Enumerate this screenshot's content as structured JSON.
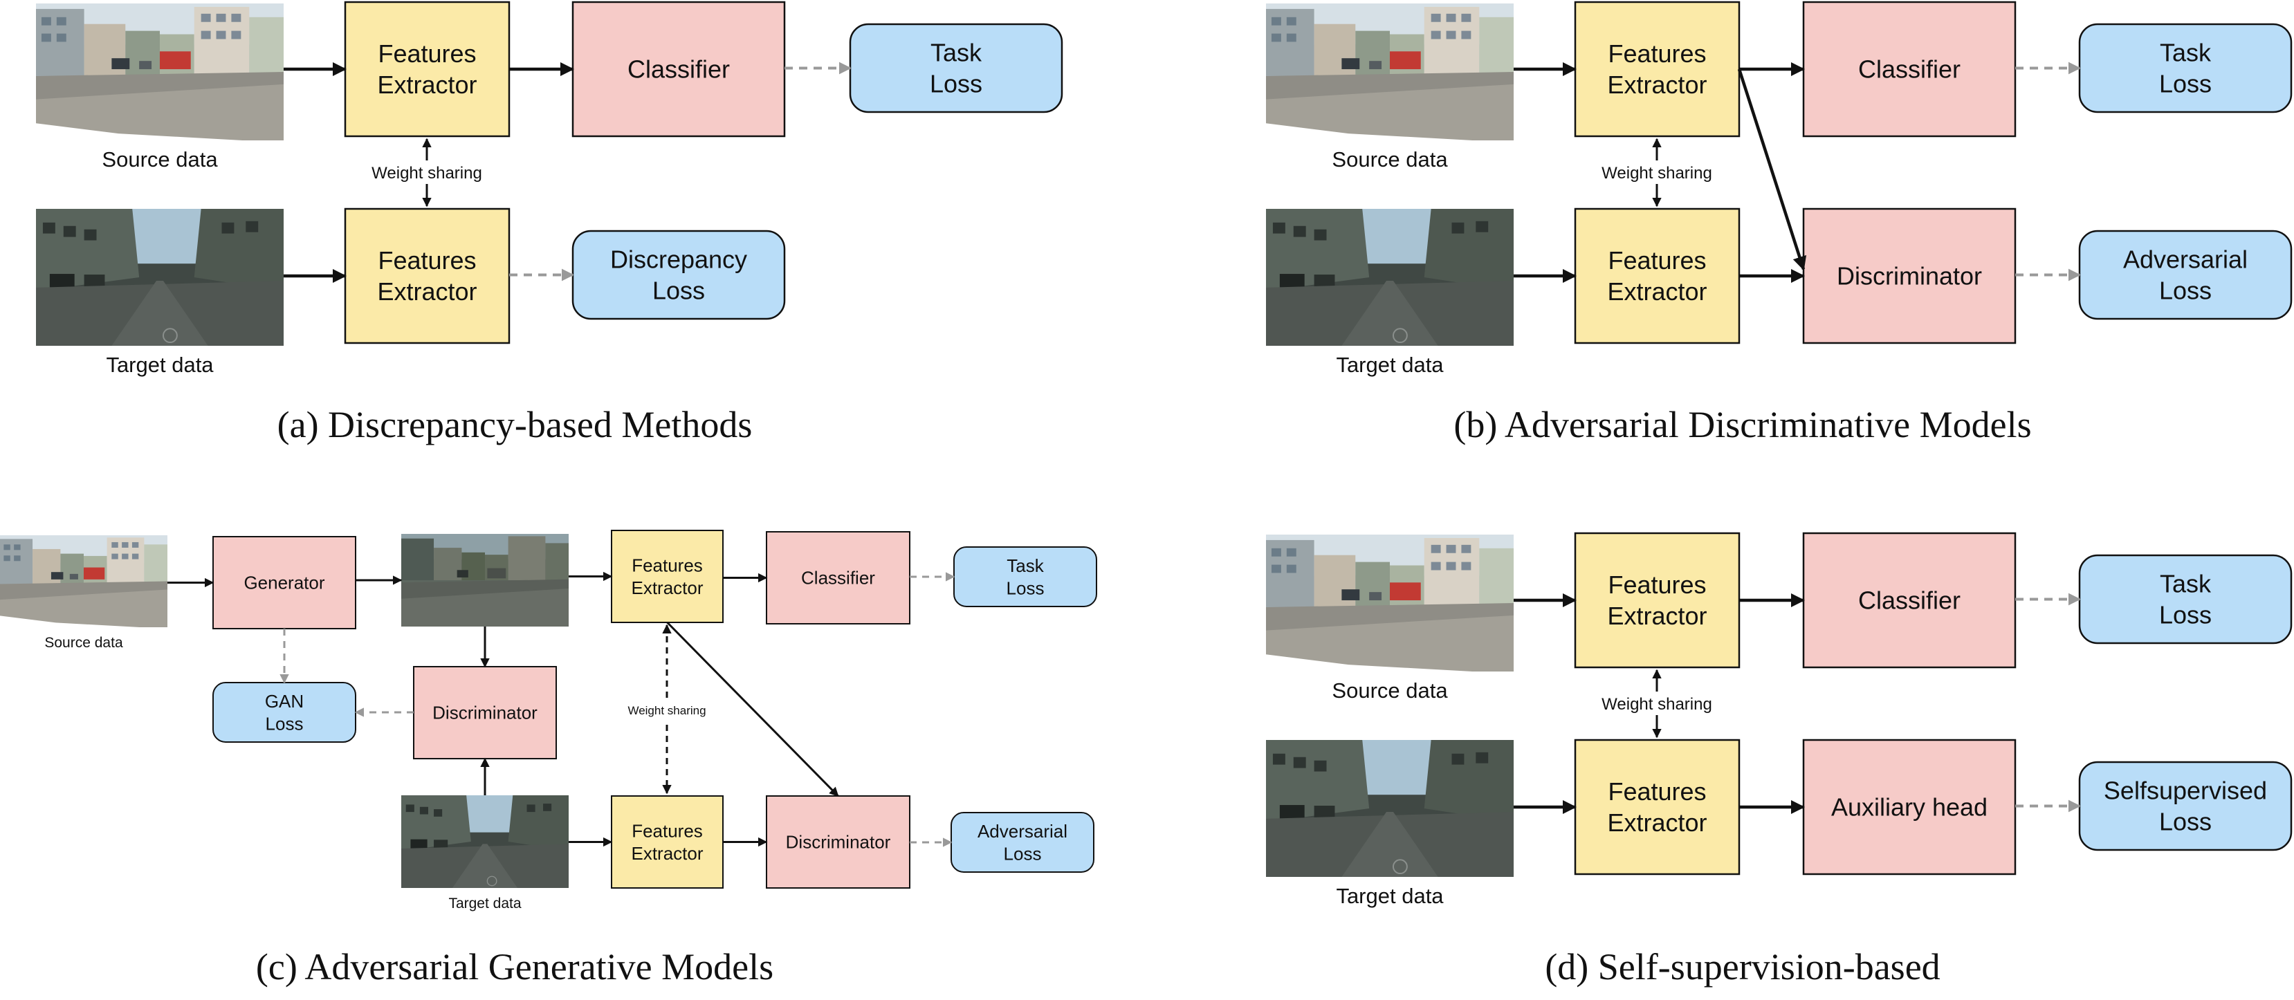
{
  "colors": {
    "extractor": "#fbeaa8",
    "module": "#f6cbc8",
    "loss": "#b9ddf8",
    "outline": "#111111",
    "loss_arrow": "#999999"
  },
  "panels": [
    {
      "title": "(a) Discrepancy-based Methods",
      "nodes": {
        "src_img": {
          "kind": "image",
          "scene": "source",
          "caption": "Source data"
        },
        "tgt_img": {
          "kind": "image",
          "scene": "target",
          "caption": "Target data"
        },
        "fe1": {
          "kind": "extractor",
          "lines": [
            "Features",
            "Extractor"
          ]
        },
        "fe2": {
          "kind": "extractor",
          "lines": [
            "Features",
            "Extractor"
          ]
        },
        "cls": {
          "kind": "module",
          "lines": [
            "Classifier"
          ]
        },
        "task": {
          "kind": "loss",
          "lines": [
            "Task",
            "Loss"
          ]
        },
        "disc_loss": {
          "kind": "loss",
          "lines": [
            "Discrepancy",
            "Loss"
          ]
        }
      },
      "notes": {
        "share": "Weight sharing"
      },
      "edges": [
        {
          "from": "src_img",
          "to": "fe1",
          "style": "solid"
        },
        {
          "from": "fe1",
          "to": "cls",
          "style": "solid"
        },
        {
          "from": "cls",
          "to": "task",
          "style": "loss"
        },
        {
          "from": "tgt_img",
          "to": "fe2",
          "style": "solid"
        },
        {
          "from": "fe2",
          "to": "disc_loss",
          "style": "loss"
        },
        {
          "from": "fe1",
          "to": "fe2",
          "style": "share",
          "note": "share"
        }
      ]
    },
    {
      "title": "(b) Adversarial Discriminative Models",
      "nodes": {
        "src_img": {
          "kind": "image",
          "scene": "source",
          "caption": "Source data"
        },
        "tgt_img": {
          "kind": "image",
          "scene": "target",
          "caption": "Target data"
        },
        "fe1": {
          "kind": "extractor",
          "lines": [
            "Features",
            "Extractor"
          ]
        },
        "fe2": {
          "kind": "extractor",
          "lines": [
            "Features",
            "Extractor"
          ]
        },
        "cls": {
          "kind": "module",
          "lines": [
            "Classifier"
          ]
        },
        "dis": {
          "kind": "module",
          "lines": [
            "Discriminator"
          ]
        },
        "task": {
          "kind": "loss",
          "lines": [
            "Task",
            "Loss"
          ]
        },
        "adv": {
          "kind": "loss",
          "lines": [
            "Adversarial",
            "Loss"
          ]
        }
      },
      "notes": {
        "share": "Weight sharing"
      },
      "edges": [
        {
          "from": "src_img",
          "to": "fe1",
          "style": "solid"
        },
        {
          "from": "fe1",
          "to": "cls",
          "style": "solid"
        },
        {
          "from": "cls",
          "to": "task",
          "style": "loss"
        },
        {
          "from": "tgt_img",
          "to": "fe2",
          "style": "solid"
        },
        {
          "from": "fe2",
          "to": "dis",
          "style": "solid"
        },
        {
          "from": "fe1",
          "to": "dis",
          "style": "solid"
        },
        {
          "from": "dis",
          "to": "adv",
          "style": "loss"
        },
        {
          "from": "fe1",
          "to": "fe2",
          "style": "share",
          "note": "share"
        }
      ]
    },
    {
      "title": "(c) Adversarial Generative Models",
      "nodes": {
        "src_img": {
          "kind": "image",
          "scene": "source",
          "caption": "Source data"
        },
        "gen": {
          "kind": "module",
          "lines": [
            "Generator"
          ]
        },
        "gen_img": {
          "kind": "image",
          "scene": "generated",
          "caption": ""
        },
        "fe1": {
          "kind": "extractor",
          "lines": [
            "Features",
            "Extractor"
          ]
        },
        "cls": {
          "kind": "module",
          "lines": [
            "Classifier"
          ]
        },
        "task": {
          "kind": "loss",
          "lines": [
            "Task",
            "Loss"
          ]
        },
        "gan": {
          "kind": "loss",
          "lines": [
            "GAN",
            "Loss"
          ]
        },
        "dis1": {
          "kind": "module",
          "lines": [
            "Discriminator"
          ]
        },
        "tgt_img": {
          "kind": "image",
          "scene": "target",
          "caption": "Target data"
        },
        "fe2": {
          "kind": "extractor",
          "lines": [
            "Features",
            "Extractor"
          ]
        },
        "dis2": {
          "kind": "module",
          "lines": [
            "Discriminator"
          ]
        },
        "adv": {
          "kind": "loss",
          "lines": [
            "Adversarial",
            "Loss"
          ]
        }
      },
      "notes": {
        "share": "Weight sharing"
      },
      "edges": [
        {
          "from": "src_img",
          "to": "gen",
          "style": "solid"
        },
        {
          "from": "gen",
          "to": "gen_img",
          "style": "solid"
        },
        {
          "from": "gen_img",
          "to": "fe1",
          "style": "solid"
        },
        {
          "from": "fe1",
          "to": "cls",
          "style": "solid"
        },
        {
          "from": "cls",
          "to": "task",
          "style": "loss"
        },
        {
          "from": "gen",
          "to": "gan",
          "style": "loss"
        },
        {
          "from": "gen_img",
          "to": "dis1",
          "style": "solid"
        },
        {
          "from": "tgt_img",
          "to": "dis1",
          "style": "solid"
        },
        {
          "from": "dis1",
          "to": "gan",
          "style": "loss"
        },
        {
          "from": "tgt_img",
          "to": "fe2",
          "style": "solid"
        },
        {
          "from": "fe2",
          "to": "dis2",
          "style": "solid"
        },
        {
          "from": "fe1",
          "to": "dis2",
          "style": "solid"
        },
        {
          "from": "dis2",
          "to": "adv",
          "style": "loss"
        },
        {
          "from": "fe1",
          "to": "fe2",
          "style": "share",
          "note": "share"
        }
      ]
    },
    {
      "title": "(d) Self-supervision-based",
      "nodes": {
        "src_img": {
          "kind": "image",
          "scene": "source",
          "caption": "Source data"
        },
        "tgt_img": {
          "kind": "image",
          "scene": "target",
          "caption": "Target data"
        },
        "fe1": {
          "kind": "extractor",
          "lines": [
            "Features",
            "Extractor"
          ]
        },
        "fe2": {
          "kind": "extractor",
          "lines": [
            "Features",
            "Extractor"
          ]
        },
        "cls": {
          "kind": "module",
          "lines": [
            "Classifier"
          ]
        },
        "aux": {
          "kind": "module",
          "lines": [
            "Auxiliary head"
          ]
        },
        "task": {
          "kind": "loss",
          "lines": [
            "Task",
            "Loss"
          ]
        },
        "ssl": {
          "kind": "loss",
          "lines": [
            "Selfsupervised",
            "Loss"
          ]
        }
      },
      "notes": {
        "share": "Weight sharing"
      },
      "edges": [
        {
          "from": "src_img",
          "to": "fe1",
          "style": "solid"
        },
        {
          "from": "fe1",
          "to": "cls",
          "style": "solid"
        },
        {
          "from": "cls",
          "to": "task",
          "style": "loss"
        },
        {
          "from": "tgt_img",
          "to": "fe2",
          "style": "solid"
        },
        {
          "from": "fe2",
          "to": "aux",
          "style": "solid"
        },
        {
          "from": "aux",
          "to": "ssl",
          "style": "loss"
        },
        {
          "from": "fe1",
          "to": "fe2",
          "style": "share",
          "note": "share"
        }
      ]
    }
  ]
}
